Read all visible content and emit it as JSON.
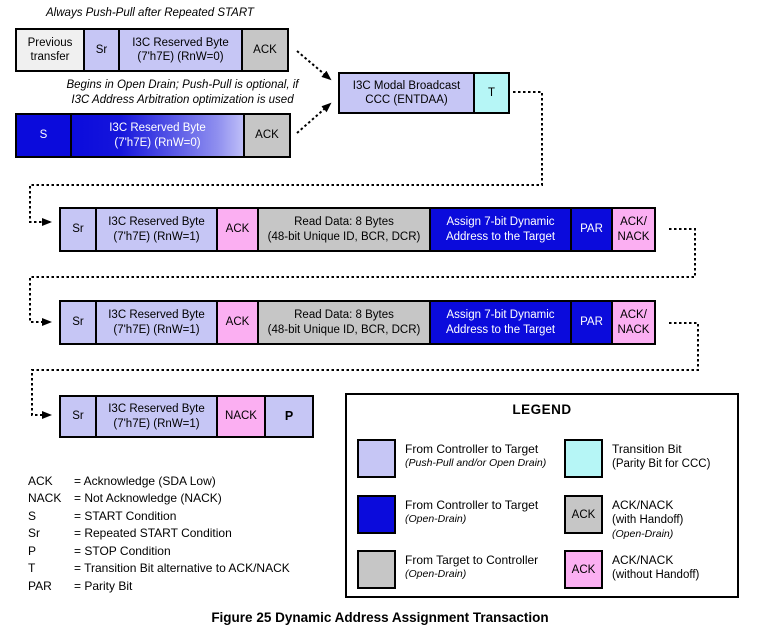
{
  "caption": "Figure 25 Dynamic Address Assignment Transaction",
  "annotations": {
    "top": "Always Push-Pull after Repeated START",
    "mid": "Begins in Open Drain; Push-Pull is optional, if\nI3C Address Arbitration optimization is used"
  },
  "colors": {
    "controller_push_pull": "#C6C6F5",
    "controller_open_drain": "#0B0BDC",
    "target_to_controller": "#C6C6C6",
    "previous_transfer": "#F0F0F0",
    "ack_without_handoff": "#FBAFF2",
    "transition_bit": "#B6F6F6"
  },
  "rows": {
    "row1": {
      "cells": [
        {
          "label": "Previous\ntransfer"
        },
        {
          "label": "Sr"
        },
        {
          "label": "I3C Reserved Byte\n(7'h7E) (RnW=0)"
        },
        {
          "label": "ACK"
        }
      ]
    },
    "rowS": {
      "cells": [
        {
          "label": "S"
        },
        {
          "label": "I3C Reserved Byte\n(7'h7E) (RnW=0)"
        },
        {
          "label": "ACK"
        }
      ]
    },
    "modal": {
      "cells": [
        {
          "label": "I3C Modal Broadcast\nCCC (ENTDAA)"
        },
        {
          "label": "T"
        }
      ]
    },
    "row2": {
      "cells": [
        {
          "label": "Sr"
        },
        {
          "label": "I3C Reserved Byte\n(7'h7E) (RnW=1)"
        },
        {
          "label": "ACK"
        },
        {
          "label": "Read Data: 8 Bytes\n(48-bit Unique ID, BCR, DCR)"
        },
        {
          "label": "Assign 7-bit Dynamic\nAddress to the Target"
        },
        {
          "label": "PAR"
        },
        {
          "label": "ACK/\nNACK"
        }
      ]
    },
    "row3": {
      "cells": [
        {
          "label": "Sr"
        },
        {
          "label": "I3C Reserved Byte\n(7'h7E) (RnW=1)"
        },
        {
          "label": "ACK"
        },
        {
          "label": "Read Data: 8 Bytes\n(48-bit Unique ID, BCR, DCR)"
        },
        {
          "label": "Assign 7-bit Dynamic\nAddress to the Target"
        },
        {
          "label": "PAR"
        },
        {
          "label": "ACK/\nNACK"
        }
      ]
    },
    "row4": {
      "cells": [
        {
          "label": "Sr"
        },
        {
          "label": "I3C Reserved Byte\n(7'h7E) (RnW=1)"
        },
        {
          "label": "NACK"
        },
        {
          "label": "P"
        }
      ]
    }
  },
  "definitions": [
    {
      "term": "ACK",
      "def": "= Acknowledge (SDA Low)"
    },
    {
      "term": "NACK",
      "def": "= Not Acknowledge (NACK)"
    },
    {
      "term": "S",
      "def": "= START Condition"
    },
    {
      "term": "Sr",
      "def": "= Repeated START Condition"
    },
    {
      "term": "P",
      "def": "= STOP Condition"
    },
    {
      "term": "T",
      "def": "= Transition Bit alternative to ACK/NACK"
    },
    {
      "term": "PAR",
      "def": "= Parity Bit"
    }
  ],
  "legend": {
    "title": "LEGEND",
    "left": [
      {
        "label": "From Controller to Target",
        "sub": "(Push-Pull and/or Open Drain)"
      },
      {
        "label": "From Controller to Target",
        "sub": "(Open-Drain)"
      },
      {
        "label": "From Target to Controller",
        "sub": "(Open-Drain)"
      }
    ],
    "right": [
      {
        "swatch_label": "",
        "label": "Transition Bit",
        "sub": "(Parity Bit for CCC)"
      },
      {
        "swatch_label": "ACK",
        "label": "ACK/NACK",
        "sub": "(with Handoff)",
        "sub2": "(Open-Drain)"
      },
      {
        "swatch_label": "ACK",
        "label": "ACK/NACK",
        "sub": "(without Handoff)"
      }
    ]
  }
}
